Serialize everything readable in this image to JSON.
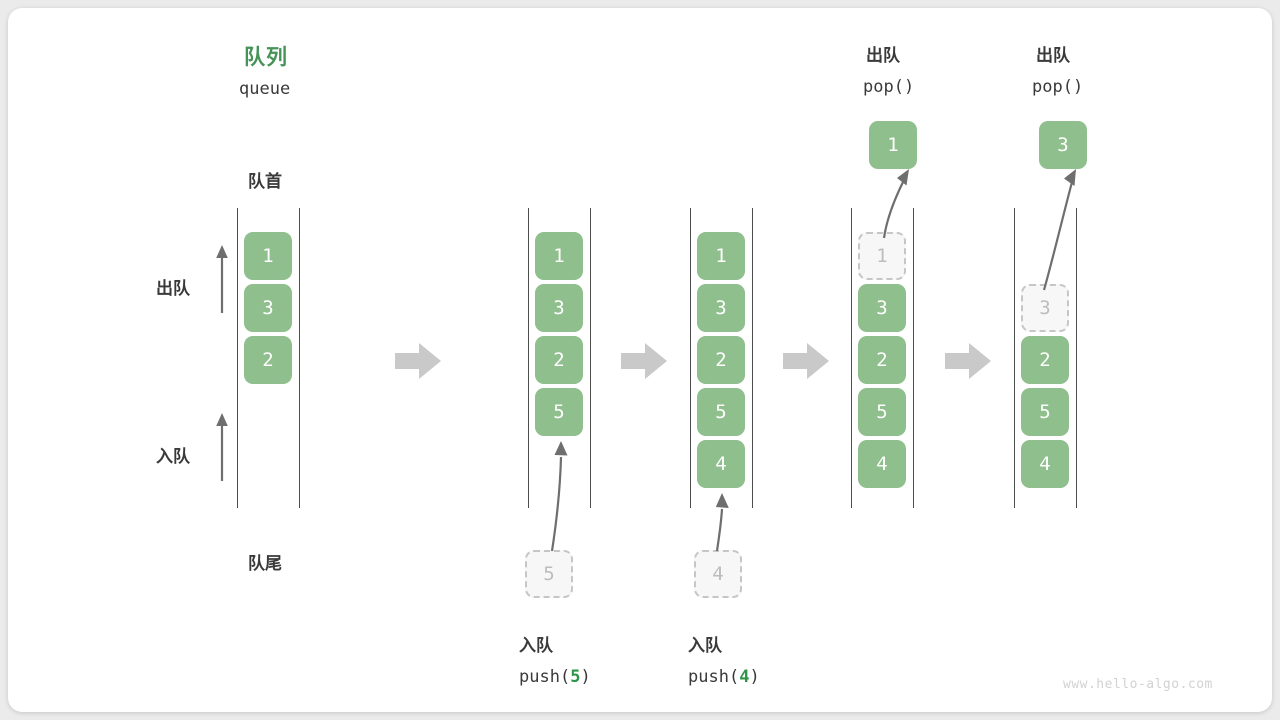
{
  "meta": {
    "watermark": "www.hello-algo.com",
    "accent_green": "#469358",
    "cell_green": "#8fbf8c",
    "ghost_gray": "#f7f7f7",
    "text_dark": "#3a3a3a"
  },
  "title": {
    "cn": "队列",
    "en": "queue"
  },
  "labels": {
    "front": "队首",
    "back": "队尾",
    "dequeue": "出队",
    "enqueue": "入队"
  },
  "steps": [
    {
      "id": "initial",
      "header_cn": "",
      "header_mono": "",
      "cells": [
        "1",
        "3",
        "2"
      ],
      "ghost_index": -1,
      "caption_cn": "",
      "caption_mono": "",
      "caption_arg": "",
      "input_ghost": "",
      "result": ""
    },
    {
      "id": "push-5",
      "header_cn": "",
      "header_mono": "",
      "cells": [
        "1",
        "3",
        "2",
        "5"
      ],
      "ghost_index": -1,
      "caption_cn": "入队",
      "caption_mono_prefix": "push(",
      "caption_arg": "5",
      "caption_mono_suffix": ")",
      "input_ghost": "5",
      "result": ""
    },
    {
      "id": "push-4",
      "header_cn": "",
      "header_mono": "",
      "cells": [
        "1",
        "3",
        "2",
        "5",
        "4"
      ],
      "ghost_index": -1,
      "caption_cn": "入队",
      "caption_mono_prefix": "push(",
      "caption_arg": "4",
      "caption_mono_suffix": ")",
      "input_ghost": "4",
      "result": ""
    },
    {
      "id": "pop-1",
      "header_cn": "出队",
      "header_mono": "pop()",
      "cells": [
        "1",
        "3",
        "2",
        "5",
        "4"
      ],
      "ghost_index": 0,
      "caption_cn": "",
      "caption_mono": "",
      "caption_arg": "",
      "input_ghost": "",
      "result": "1"
    },
    {
      "id": "pop-3",
      "header_cn": "出队",
      "header_mono": "pop()",
      "cells": [
        "3",
        "2",
        "5",
        "4"
      ],
      "ghost_index": 0,
      "caption_cn": "",
      "caption_mono": "",
      "caption_arg": "",
      "input_ghost": "",
      "result": "3"
    }
  ],
  "cell_values": {
    "s0": [
      "1",
      "3",
      "2"
    ],
    "s1": [
      "1",
      "3",
      "2",
      "5"
    ],
    "s2": [
      "1",
      "3",
      "2",
      "5",
      "4"
    ],
    "s3": [
      "1",
      "3",
      "2",
      "5",
      "4"
    ],
    "s4": [
      "3",
      "2",
      "5",
      "4"
    ]
  },
  "results": {
    "pop1": "1",
    "pop2": "3"
  },
  "inputs": {
    "push1": "5",
    "push2": "4"
  },
  "captions": {
    "push5_cn": "入队",
    "push5_fn_open": "push(",
    "push5_arg": "5",
    "push5_fn_close": ")",
    "push4_cn": "入队",
    "push4_fn_open": "push(",
    "push4_arg": "4",
    "push4_fn_close": ")",
    "pop_cn": "出队",
    "pop_fn": "pop()"
  }
}
